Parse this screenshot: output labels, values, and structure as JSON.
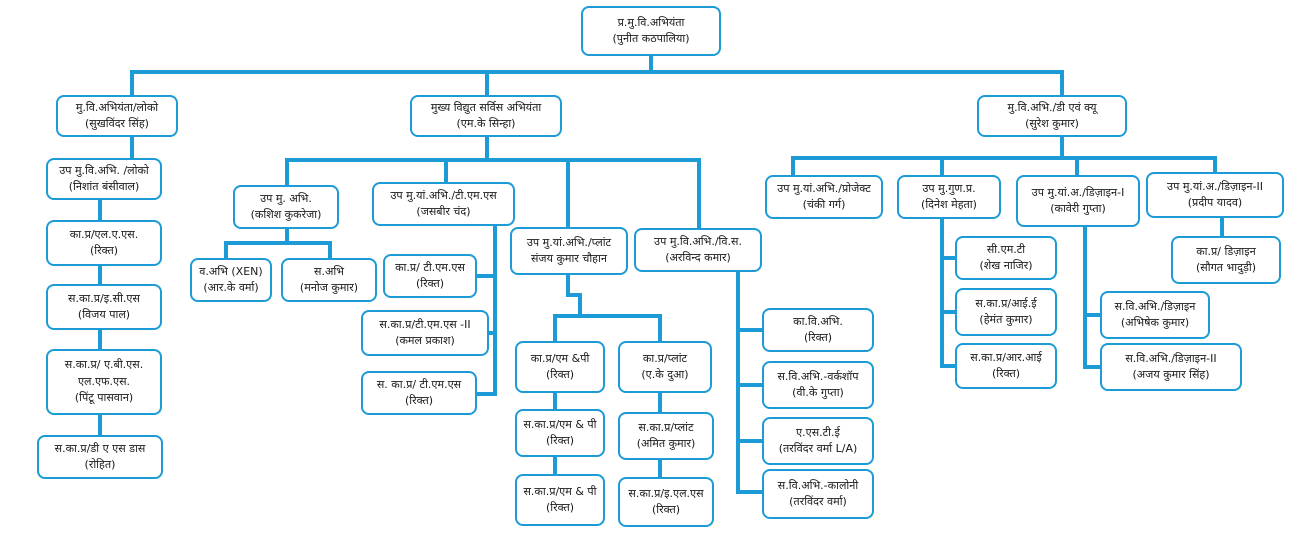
{
  "diagram": {
    "line_color": "#1c9bd6",
    "border_color": "#1c9bd6",
    "nodes": [
      {
        "id": "chief-engineer",
        "lines": [
          "प्र.मु.वि.अभियंता",
          "(पुनीत कठपालिया)"
        ]
      },
      {
        "id": "chief-loco",
        "lines": [
          "मु.वि.अभियंता/लोको",
          "(सुखविंदर सिंह)"
        ]
      },
      {
        "id": "chief-service",
        "lines": [
          "मुख्य विद्युत सर्विस अभियंता",
          "(एम.के सिन्हा)"
        ]
      },
      {
        "id": "chief-dq",
        "lines": [
          "मु.वि.अभि./डी एवं क्यू",
          "(सुरेश कुमार)"
        ]
      },
      {
        "id": "dy-loco",
        "lines": [
          "उप मु.वि.अभि. /लोको",
          "(निशांत बंसीवाल)"
        ]
      },
      {
        "id": "loco-aee",
        "lines": [
          "का.प्र/एल.ए.एस.",
          "(रिक्त)"
        ]
      },
      {
        "id": "loco-ase-1",
        "lines": [
          "स.का.प्र/इ.सी.एस",
          "(विजय पाल)"
        ]
      },
      {
        "id": "loco-ase-2",
        "lines": [
          "स.का.प्र/ ए.बी.एस.",
          "एल.एफ.एस.",
          "(पिंटू पासवान)"
        ]
      },
      {
        "id": "loco-ase-3",
        "lines": [
          "स.का.प्र/डी ए एस डास",
          "(रोहित)"
        ]
      },
      {
        "id": "dy-engineer",
        "lines": [
          "उप मु. अभि.",
          "(कशिश कुकरेजा)"
        ]
      },
      {
        "id": "xen",
        "lines": [
          "व.अभि (XEN)",
          "(आर.के वर्मा)"
        ]
      },
      {
        "id": "asst-engineer",
        "lines": [
          "स.अभि",
          "(मनोज कुमार)"
        ]
      },
      {
        "id": "dy-tms",
        "lines": [
          "उप मु.यां.अभि./टी.एम.एस",
          "(जसबीर चंद)"
        ]
      },
      {
        "id": "tms-aee",
        "lines": [
          "का.प्र/ टी.एम.एस",
          "(रिक्त)"
        ]
      },
      {
        "id": "tms-ase-2",
        "lines": [
          "स.का.प्र/टी.एम.एस -II",
          "(कमल प्रकाश)"
        ]
      },
      {
        "id": "tms-ase",
        "lines": [
          "स. का.प्र/ टी.एम.एस",
          "(रिक्त)"
        ]
      },
      {
        "id": "dy-plant",
        "lines": [
          "उप मु.यां.अभि./प्लांट",
          "संजय कुमार चौहान"
        ]
      },
      {
        "id": "mp-aee",
        "lines": [
          "का.प्र/एम &पी",
          "(रिक्त)"
        ]
      },
      {
        "id": "mp-ase-1",
        "lines": [
          "स.का.प्र/एम & पी",
          "(रिक्त)"
        ]
      },
      {
        "id": "mp-ase-2",
        "lines": [
          "स.का.प्र/एम & पी",
          "(रिक्त)"
        ]
      },
      {
        "id": "plant-aee",
        "lines": [
          "का.प्र/प्लांट",
          "(ए.के दुआ)"
        ]
      },
      {
        "id": "plant-ase",
        "lines": [
          "स.का.प्र/प्लांट",
          "(अमित कुमार)"
        ]
      },
      {
        "id": "els-ase",
        "lines": [
          "स.का.प्र/इ.एल.एस",
          "(रिक्त)"
        ]
      },
      {
        "id": "dy-works",
        "lines": [
          "उप मु.वि.अभि./वि.स.",
          "(अरविन्द कमार)"
        ]
      },
      {
        "id": "works-ee",
        "lines": [
          "का.वि.अभि.",
          "(रिक्त)"
        ]
      },
      {
        "id": "workshop",
        "lines": [
          "स.वि.अभि.-वर्कशॉप",
          "(वी.के गुप्ता)"
        ]
      },
      {
        "id": "aste",
        "lines": [
          "ए.एस.टी.ई",
          "(तरविंदर वर्मा L/A)"
        ]
      },
      {
        "id": "colony",
        "lines": [
          "स.वि.अभि.-कालोनी",
          "(तरविंदर वर्मा)"
        ]
      },
      {
        "id": "dy-project",
        "lines": [
          "उप मु.यां.अभि./प्रोजेक्ट",
          "(चंकी गर्ग)"
        ]
      },
      {
        "id": "dy-quality",
        "lines": [
          "उप मु.गुण.प्र.",
          "(दिनेश मेहता)"
        ]
      },
      {
        "id": "cmt",
        "lines": [
          "सी.एम.टी",
          "(शेख नाजिर)"
        ]
      },
      {
        "id": "ie-ase",
        "lines": [
          "स.का.प्र/आई.ई",
          "(हेमंत कुमार)"
        ]
      },
      {
        "id": "ri-ase",
        "lines": [
          "स.का.प्र/आर.आई",
          "(रिक्त)"
        ]
      },
      {
        "id": "dy-design-1",
        "lines": [
          "उप मु.यां.अ./डिज़ाइन-I",
          "(कावेरी गुप्ता)"
        ]
      },
      {
        "id": "design-ase-1",
        "lines": [
          "स.वि.अभि./डिज़ाइन",
          "(अभिषेक कुमार)"
        ]
      },
      {
        "id": "design-ase-2",
        "lines": [
          "स.वि.अभि./डिज़ाइन-II",
          "(अजय कुमार सिंह)"
        ]
      },
      {
        "id": "dy-design-2",
        "lines": [
          "उप मु.यां.अ./डिज़ाइन-II",
          "(प्रदीप यादव)"
        ]
      },
      {
        "id": "design-aee",
        "lines": [
          "का.प्र/ डिज़ाइन",
          "(सौगत भादुड़ी)"
        ]
      }
    ]
  }
}
